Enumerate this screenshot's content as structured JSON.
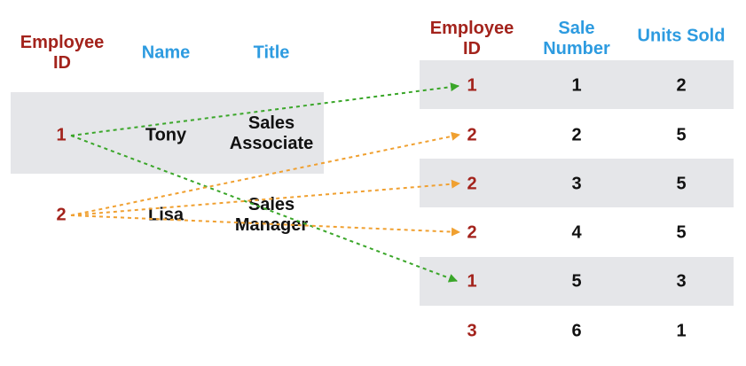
{
  "colors": {
    "id_red": "#a3231c",
    "header_blue": "#2d9be0",
    "row_stripe": "#e5e6e9",
    "arrow_green": "#3aa629",
    "arrow_orange": "#f0a030"
  },
  "employees_table": {
    "headers": {
      "employee_id_line1": "Employee",
      "employee_id_line2": "ID",
      "name": "Name",
      "title": "Title"
    },
    "rows": [
      {
        "id": "1",
        "name": "Tony",
        "title_line1": "Sales",
        "title_line2": "Associate"
      },
      {
        "id": "2",
        "name": "Lisa",
        "title_line1": "Sales",
        "title_line2": "Manager"
      }
    ]
  },
  "sales_table": {
    "headers": {
      "employee_id_line1": "Employee",
      "employee_id_line2": "ID",
      "sale_number_line1": "Sale",
      "sale_number_line2": "Number",
      "units_sold": "Units Sold"
    },
    "rows": [
      {
        "employee_id": "1",
        "sale_number": "1",
        "units_sold": "2"
      },
      {
        "employee_id": "2",
        "sale_number": "2",
        "units_sold": "5"
      },
      {
        "employee_id": "2",
        "sale_number": "3",
        "units_sold": "5"
      },
      {
        "employee_id": "2",
        "sale_number": "4",
        "units_sold": "5"
      },
      {
        "employee_id": "1",
        "sale_number": "5",
        "units_sold": "3"
      },
      {
        "employee_id": "3",
        "sale_number": "6",
        "units_sold": "1"
      }
    ]
  }
}
